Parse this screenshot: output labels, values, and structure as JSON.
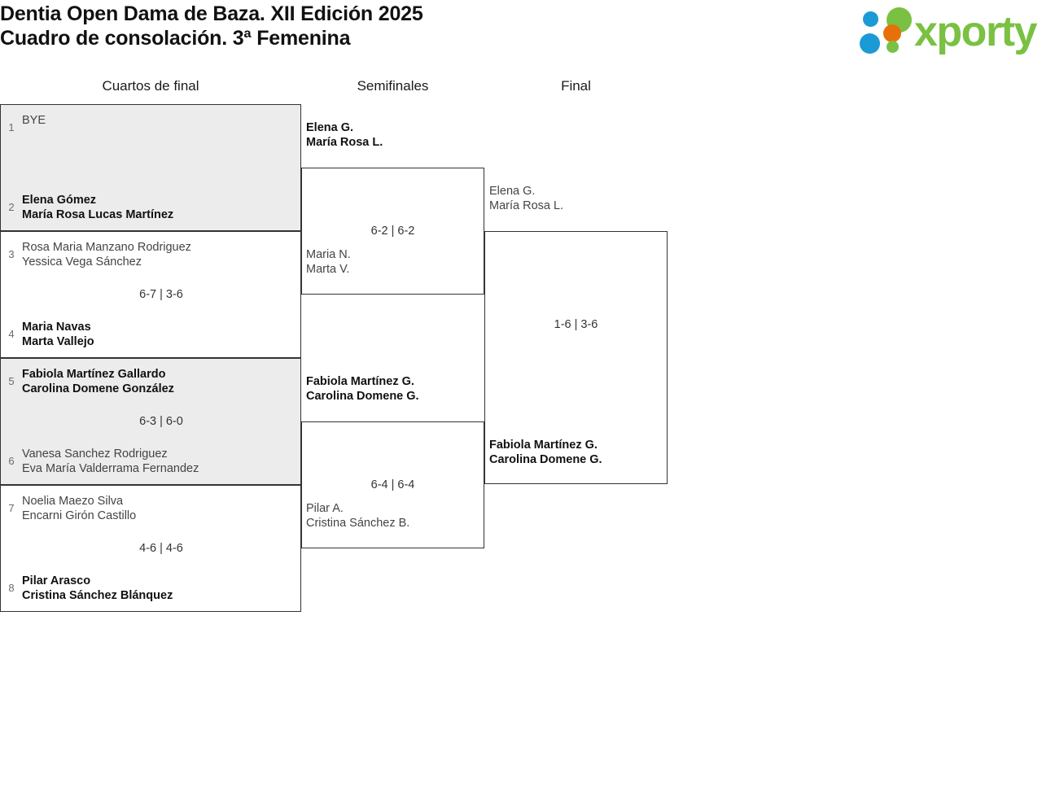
{
  "header": {
    "title_line_1": "Dentia Open Dama de Baza. XII Edición 2025",
    "title_line_2": "Cuadro de consolación. 3ª Femenina",
    "logo_text": "xporty",
    "logo_colors": {
      "green": "#7ac143",
      "blue": "#1b9ad6",
      "orange": "#e8700a"
    }
  },
  "rounds": [
    {
      "label": "Cuartos de final"
    },
    {
      "label": "Semifinales"
    },
    {
      "label": "Final"
    }
  ],
  "quarterfinals": [
    {
      "shaded": true,
      "top": {
        "seed": "1",
        "line1": "BYE",
        "line2": "",
        "winner": false
      },
      "score": "",
      "bottom": {
        "seed": "2",
        "line1": "Elena Gómez",
        "line2": "María Rosa Lucas Martínez",
        "winner": true
      }
    },
    {
      "shaded": false,
      "top": {
        "seed": "3",
        "line1": "Rosa Maria Manzano Rodriguez",
        "line2": "Yessica Vega Sánchez",
        "winner": false
      },
      "score": "6-7 | 3-6",
      "bottom": {
        "seed": "4",
        "line1": "Maria Navas",
        "line2": "Marta Vallejo",
        "winner": true
      }
    },
    {
      "shaded": true,
      "top": {
        "seed": "5",
        "line1": "Fabiola Martínez Gallardo",
        "line2": "Carolina Domene González",
        "winner": true
      },
      "score": "6-3 | 6-0",
      "bottom": {
        "seed": "6",
        "line1": "Vanesa Sanchez Rodriguez",
        "line2": "Eva María Valderrama Fernandez",
        "winner": false
      }
    },
    {
      "shaded": false,
      "top": {
        "seed": "7",
        "line1": "Noelia Maezo Silva",
        "line2": "Encarni Girón Castillo",
        "winner": false
      },
      "score": "4-6 | 4-6",
      "bottom": {
        "seed": "8",
        "line1": "Pilar Arasco",
        "line2": "Cristina Sánchez Blánquez",
        "winner": true
      }
    }
  ],
  "semifinals": [
    {
      "top": {
        "line1": "Elena G.",
        "line2": "María Rosa L.",
        "winner": true
      },
      "score": "6-2 | 6-2",
      "bottom": {
        "line1": "Maria N.",
        "line2": "Marta V.",
        "winner": false
      }
    },
    {
      "top": {
        "line1": "Fabiola Martínez G.",
        "line2": "Carolina Domene G.",
        "winner": true
      },
      "score": "6-4 | 6-4",
      "bottom": {
        "line1": "Pilar A.",
        "line2": "Cristina Sánchez B.",
        "winner": false
      }
    }
  ],
  "final": {
    "top": {
      "line1": "Elena G.",
      "line2": "María Rosa L.",
      "winner": false
    },
    "score": "1-6 | 3-6",
    "bottom": {
      "line1": "Fabiola Martínez G.",
      "line2": "Carolina Domene G.",
      "winner": true
    }
  }
}
